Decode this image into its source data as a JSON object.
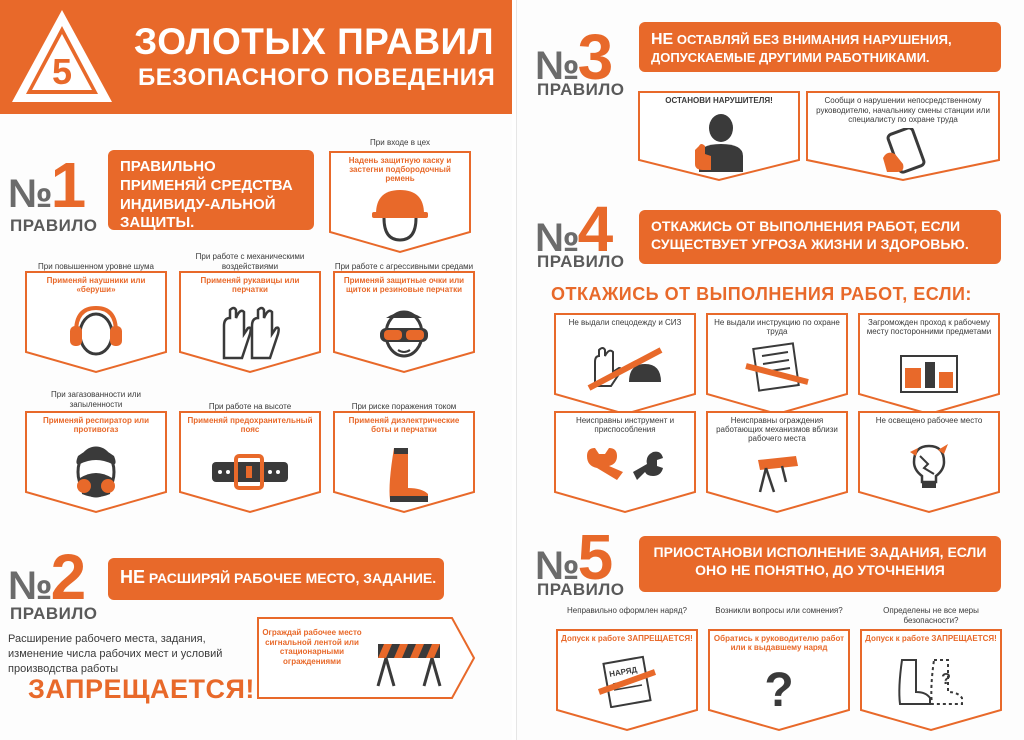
{
  "header": {
    "badge": "5",
    "title": "ЗОЛОТЫХ ПРАВИЛ",
    "subtitle": "БЕЗОПАСНОГО ПОВЕДЕНИЯ"
  },
  "rule_label": "ПРАВИЛО",
  "rule_prefix": "№",
  "rule1": {
    "digit": "1",
    "text": "ПРАВИЛЬНО ПРИМЕНЯЙ СРЕДСТВА ИНДИВИДУ-АЛЬНОЙ ЗАЩИТЫ.",
    "top_card": {
      "caption": "При входе в цех",
      "text": "Надень защитную каску и застегни подбородочный ремень",
      "icon": "helmet-icon"
    },
    "cards": [
      {
        "caption": "При повышенном уровне шума",
        "text": "Применяй наушники или «беруши»",
        "icon": "earmuffs-icon"
      },
      {
        "caption": "При работе с механическими воздействиями",
        "text": "Применяй рукавицы или перчатки",
        "icon": "gloves-icon"
      },
      {
        "caption": "При работе с агрессивными средами",
        "text": "Применяй защитные очки или щиток и резиновые перчатки",
        "icon": "goggles-icon"
      },
      {
        "caption": "При загазованности или запыленности",
        "text": "Применяй респиратор или противогаз",
        "icon": "respirator-icon"
      },
      {
        "caption": "При работе на высоте",
        "text": "Применяй предохранительный пояс",
        "icon": "safety-belt-icon"
      },
      {
        "caption": "При риске поражения током",
        "text": "Применяй диэлектрические боты и перчатки",
        "icon": "dielectric-boots-icon"
      }
    ]
  },
  "rule2": {
    "digit": "2",
    "text_prefix": "НЕ",
    "text": "РАСШИРЯЙ РАБОЧЕЕ МЕСТО, ЗАДАНИЕ.",
    "body": "Расширение рабочего места, задания, изменение числа рабочих мест и условий производства работы",
    "forbidden": "ЗАПРЕЩАЕТСЯ!",
    "card_text": "Ограждай рабочее место сигнальной лентой или стационарными ограждениями",
    "icon": "barrier-icon"
  },
  "rule3": {
    "digit": "3",
    "text_prefix": "НЕ",
    "text": "ОСТАВЛЯЙ БЕЗ ВНИМАНИЯ НАРУШЕНИЯ, ДОПУСКАЕМЫЕ ДРУГИМИ РАБОТНИКАМИ.",
    "cards": [
      {
        "text": "ОСТАНОВИ НАРУШИТЕЛЯ!",
        "icon": "stop-worker-icon"
      },
      {
        "text": "Сообщи о нарушении непосредственному руководителю, начальнику смены станции или специалисту по охране труда",
        "icon": "phone-icon"
      }
    ]
  },
  "rule4": {
    "digit": "4",
    "text": "ОТКАЖИСЬ ОТ ВЫПОЛНЕНИЯ РАБОТ, ЕСЛИ СУЩЕСТВУЕТ УГРОЗА ЖИЗНИ И ЗДОРОВЬЮ.",
    "subheader": "ОТКАЖИСЬ ОТ ВЫПОЛНЕНИЯ РАБОТ, ЕСЛИ:",
    "cards": [
      {
        "text": "Не выдали спецодежду и СИЗ",
        "icon": "no-ppe-icon"
      },
      {
        "text": "Не выдали инструкцию по охране труда",
        "icon": "no-instruction-icon"
      },
      {
        "text": "Загроможден проход к рабочему месту посторонними предметами",
        "icon": "blocked-passage-icon"
      },
      {
        "text": "Неисправны инструмент и приспособления",
        "icon": "broken-wrench-icon"
      },
      {
        "text": "Неисправны ограждения работающих механизмов вблизи рабочего места",
        "icon": "broken-fence-icon"
      },
      {
        "text": "Не освещено рабочее место",
        "icon": "broken-bulb-icon"
      }
    ]
  },
  "rule5": {
    "digit": "5",
    "text": "ПРИОСТАНОВИ ИСПОЛНЕНИЕ ЗАДАНИЯ, ЕСЛИ ОНО НЕ ПОНЯТНО, ДО УТОЧНЕНИЯ",
    "cards": [
      {
        "caption": "Неправильно оформлен наряд?",
        "text": "Допуск к работе ЗАПРЕЩАЕТСЯ!",
        "icon": "wrong-permit-icon",
        "icon_text": "НАРЯД"
      },
      {
        "caption": "Возникли вопросы или сомнения?",
        "text": "Обратись к руководителю работ или к выдавшему наряд",
        "icon": "question-mark-icon",
        "icon_text": "?"
      },
      {
        "caption": "Определены не все меры безопасности?",
        "text": "Допуск к работе ЗАПРЕЩАЕТСЯ!",
        "icon": "missing-boot-icon",
        "icon_text": "?"
      }
    ]
  },
  "colors": {
    "accent": "#e8692a",
    "text": "#3a3a3a",
    "icon": "#3a3a3a"
  }
}
